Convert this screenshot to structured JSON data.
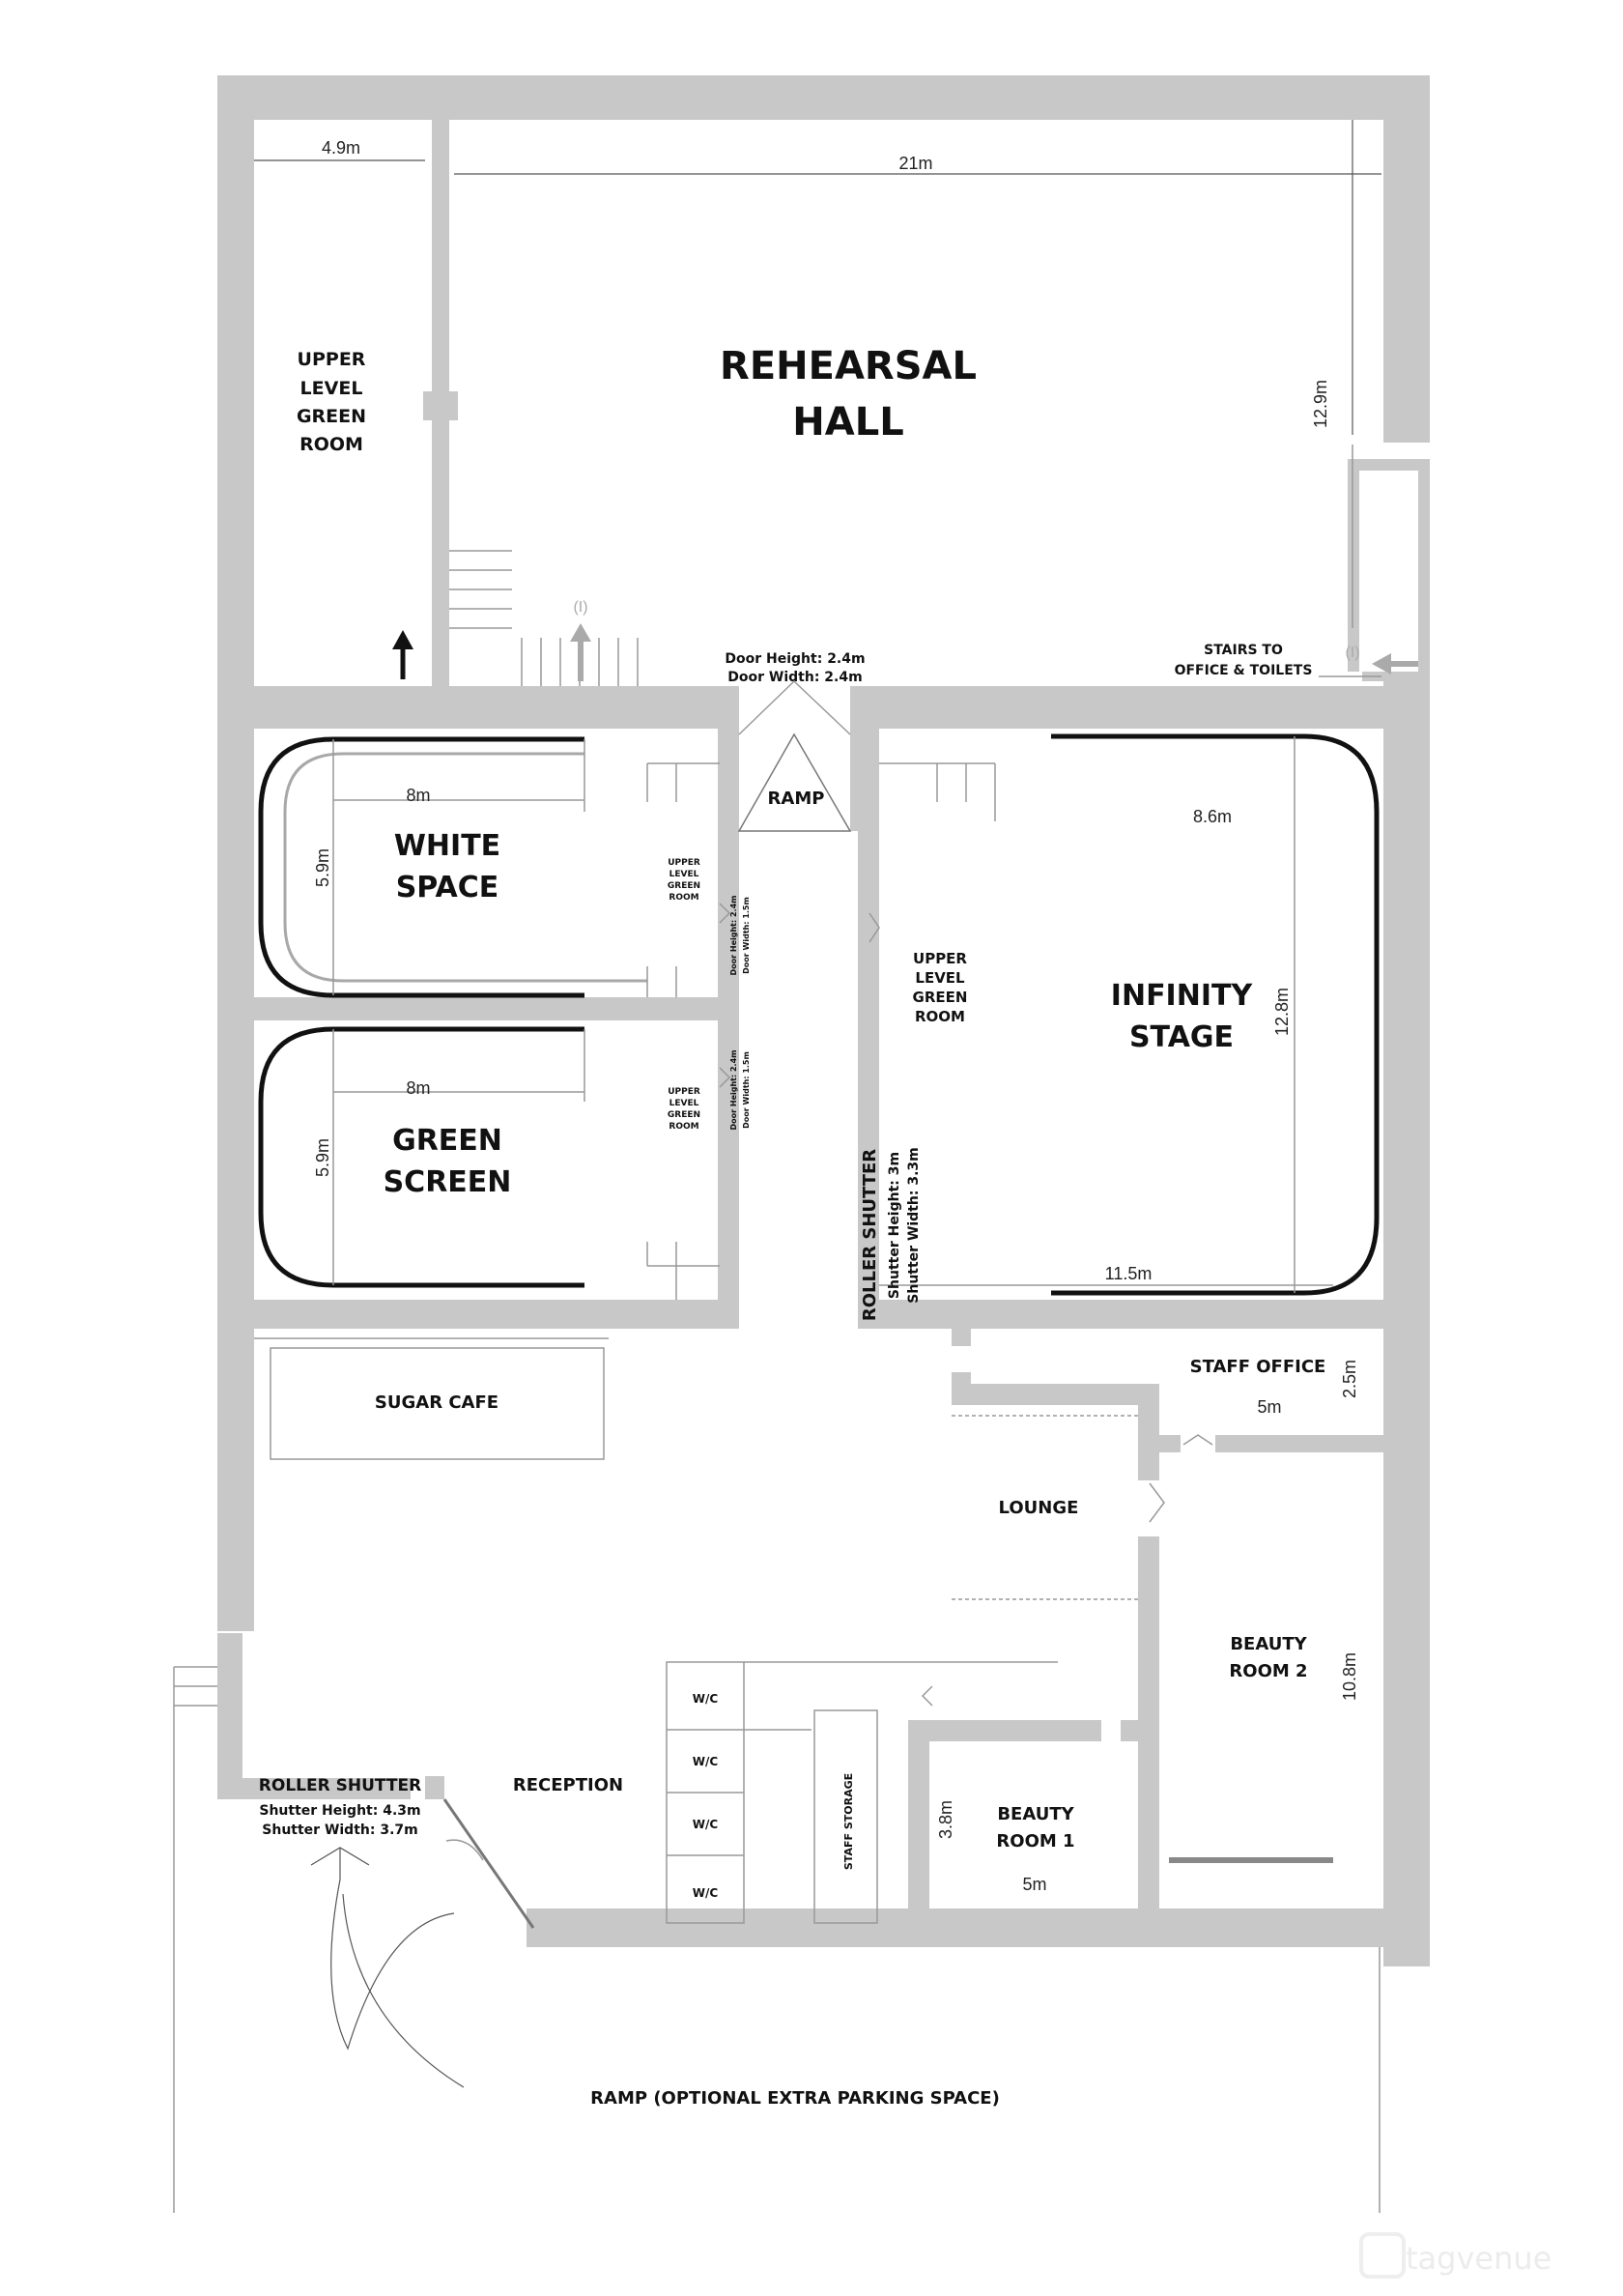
{
  "rooms": {
    "rehearsal_hall": [
      "REHEARSAL",
      "HALL"
    ],
    "upper_green_room_top": [
      "UPPER",
      "LEVEL",
      "GREEN",
      "ROOM"
    ],
    "white_space": [
      "WHITE",
      "SPACE"
    ],
    "green_screen": [
      "GREEN",
      "SCREEN"
    ],
    "infinity_stage": [
      "INFINITY",
      "STAGE"
    ],
    "upper_green_room_mid": [
      "UPPER",
      "LEVEL",
      "GREEN",
      "ROOM"
    ],
    "upper_green_room_small_1": [
      "UPPER",
      "LEVEL",
      "GREEN",
      "ROOM"
    ],
    "upper_green_room_small_2": [
      "UPPER",
      "LEVEL",
      "GREEN",
      "ROOM"
    ],
    "ramp": "RAMP",
    "sugar_cafe": "SUGAR CAFE",
    "staff_office": "STAFF OFFICE",
    "lounge": "LOUNGE",
    "beauty_room_2": [
      "BEAUTY",
      "ROOM 2"
    ],
    "beauty_room_1": [
      "BEAUTY",
      "ROOM 1"
    ],
    "reception": "RECEPTION",
    "staff_storage": "STAFF STORAGE",
    "wc": "W/C",
    "stairs": [
      "STAIRS TO",
      "OFFICE & TOILETS"
    ],
    "ramp_parking": "RAMP (OPTIONAL EXTRA PARKING SPACE)"
  },
  "dimensions": {
    "green_room_width": "4.9m",
    "hall_width": "21m",
    "hall_depth": "12.9m",
    "white_width": "8m",
    "white_depth": "5.9m",
    "green_width": "8m",
    "green_depth": "5.9m",
    "infinity_width": "8.6m",
    "infinity_depth": "12.8m",
    "infinity_floor": "11.5m",
    "staff_office_width": "5m",
    "staff_office_depth": "2.5m",
    "beauty2_depth": "10.8m",
    "beauty1_width": "5m",
    "beauty1_depth": "3.8m"
  },
  "doors": {
    "main_door": [
      "Door Height: 2.4m",
      "Door Width: 2.4m"
    ],
    "small_door": [
      "Door Height: 2.4m",
      "Door Width: 1.5m"
    ],
    "roller_main": [
      "ROLLER SHUTTER",
      "Shutter Height: 3m",
      "Shutter Width: 3.3m"
    ],
    "roller_reception": [
      "ROLLER SHUTTER",
      "Shutter Height: 4.3m",
      "Shutter Width: 3.7m"
    ],
    "fire_marker": "(I)"
  },
  "watermark": "tagvenue",
  "colors": {
    "wall": "#c8c8c8",
    "line": "#111111"
  }
}
